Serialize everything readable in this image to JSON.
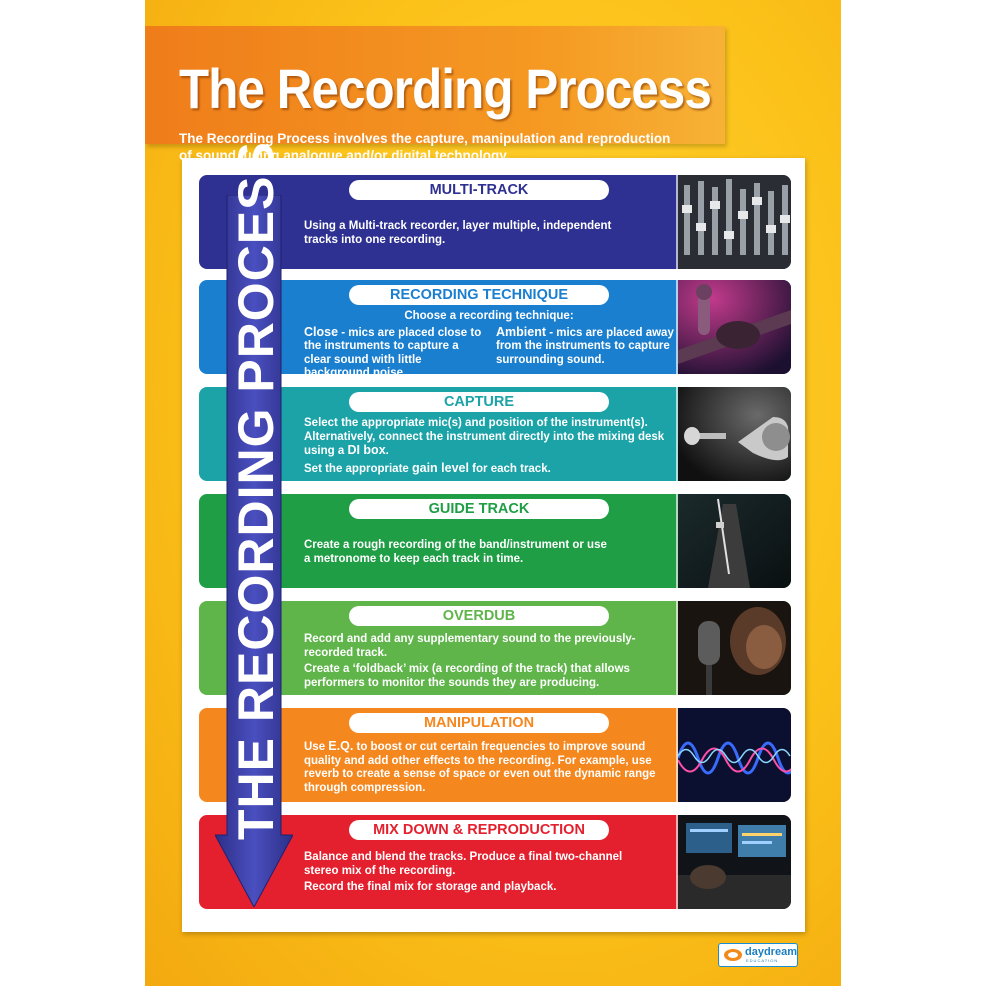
{
  "header": {
    "title": "The Recording Process",
    "intro_line1": "The Recording Process involves the capture, manipulation and reproduction",
    "intro_line2": "of sound, using analogue and/or digital technology."
  },
  "arrow": {
    "text": "THE RECORDING PROCESS"
  },
  "steps": [
    {
      "title": "MULTI-TRACK",
      "color": "#2e3192",
      "lines": [
        "Using a Multi-track recorder, layer multiple, independent",
        "tracks into one recording."
      ]
    },
    {
      "title": "RECORDING TECHNIQUE",
      "color": "#1b7fd0",
      "intro": "Choose a recording technique:",
      "close_term": "Close",
      "close_text": " - mics are placed close to the instruments to capture a clear sound with little background noise.",
      "ambient_term": "Ambient",
      "ambient_text": " - mics are placed away from the instruments to capture surrounding sound."
    },
    {
      "title": "CAPTURE",
      "color": "#1ba3a8",
      "p1": "Select the appropriate mic(s) and position of the instrument(s). Alternatively, connect the instrument directly into the mixing desk using a ",
      "p1_bold": "DI box",
      "p1_end": ".",
      "p2": "Set the appropriate ",
      "p2_bold": "gain level",
      "p2_end": " for each track."
    },
    {
      "title": "GUIDE TRACK",
      "color": "#1f9e46",
      "lines": [
        "Create a rough recording of the band/instrument or use",
        "a metronome to keep each track in time."
      ]
    },
    {
      "title": "OVERDUB",
      "color": "#5fb54a",
      "p1": "Record and add any supplementary sound to the previously-recorded track.",
      "p2": "Create a ‘foldback’ mix (a recording of the track) that allows performers to monitor the sounds they are producing."
    },
    {
      "title": "MANIPULATION",
      "color": "#f5871f",
      "p_start": "Use ",
      "p_bold": "E.Q.",
      "p_rest": " to boost or cut certain frequencies to improve sound quality and add other effects to the recording. For example, use reverb to create a sense of space or even out the dynamic range through compression."
    },
    {
      "title": "MIX DOWN & REPRODUCTION",
      "color": "#e5202e",
      "p1": "Balance and blend the tracks. Produce a final two-channel stereo mix of the recording.",
      "p2": "Record the final mix for storage and playback."
    }
  ],
  "logo": {
    "name": "daydream",
    "sub": "EDUCATION"
  },
  "icons": [
    "mixing-desk-photo",
    "guitar-recording-photo",
    "microphone-trumpet-photo",
    "metronome-photo",
    "singer-microphone-photo",
    "sound-wave-photo",
    "studio-screens-photo"
  ]
}
